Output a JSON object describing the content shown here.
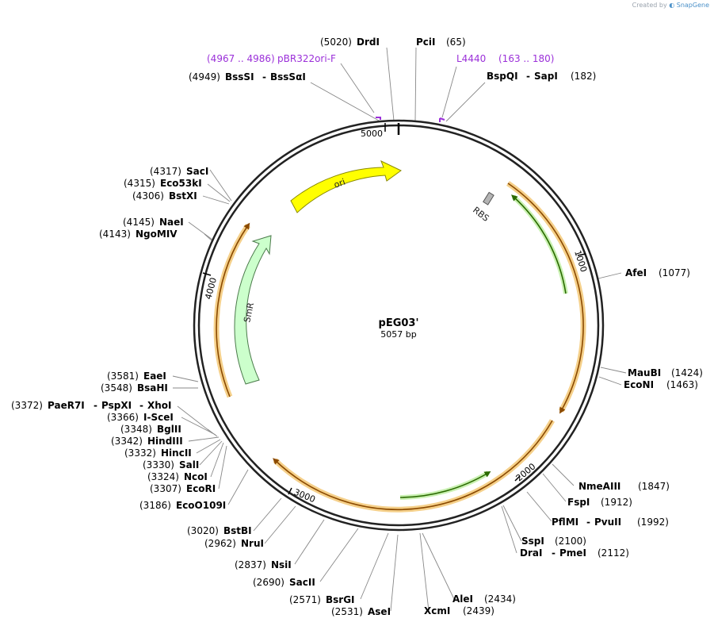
{
  "watermark": {
    "prefix": "Created by",
    "product": "SnapGene"
  },
  "plasmid": {
    "name": "pEG03'",
    "length_label": "5057 bp",
    "length": 5057
  },
  "ticks": [
    "1000",
    "2000",
    "3000",
    "4000",
    "5000"
  ],
  "features": [
    {
      "name": "ori",
      "color": "#ffff00",
      "stroke": "#8a8a00"
    },
    {
      "name": "SmR",
      "color": "#ccffcc",
      "stroke": "#4a7a4a"
    },
    {
      "name": "RBS",
      "color": "#b4b4b4",
      "stroke": "#555555"
    }
  ],
  "labels": {
    "DrdI": {
      "pos": "(5020)",
      "name": "DrdI"
    },
    "PciI": {
      "name": "PciI",
      "pos": "(65)"
    },
    "pBR322": {
      "pos": "(4967 .. 4986)",
      "name": "pBR322ori-F"
    },
    "L4440": {
      "name": "L4440",
      "pos": "(163 .. 180)"
    },
    "BssSI": {
      "pos": "(4949)",
      "name": "BssSI",
      "name2": "BssSαI"
    },
    "BspQI": {
      "name": "BspQI",
      "name2": "SapI",
      "pos": "(182)"
    },
    "SacI": {
      "pos": "(4317)",
      "name": "SacI"
    },
    "Eco53kI": {
      "pos": "(4315)",
      "name": "Eco53kI"
    },
    "BstXI": {
      "pos": "(4306)",
      "name": "BstXI"
    },
    "NaeI": {
      "pos": "(4145)",
      "name": "NaeI"
    },
    "NgoMIV": {
      "pos": "(4143)",
      "name": "NgoMIV"
    },
    "AfeI": {
      "name": "AfeI",
      "pos": "(1077)"
    },
    "EaeI": {
      "pos": "(3581)",
      "name": "EaeI"
    },
    "BsaHI": {
      "pos": "(3548)",
      "name": "BsaHI"
    },
    "MauBI": {
      "name": "MauBI",
      "pos": "(1424)"
    },
    "EcoNI": {
      "name": "EcoNI",
      "pos": "(1463)"
    },
    "PaeR7I": {
      "pos": "(3372)",
      "name": "PaeR7I",
      "name2": "PspXI",
      "name3": "XhoI"
    },
    "ISceI": {
      "pos": "(3366)",
      "name": "I-SceI"
    },
    "BglII": {
      "pos": "(3348)",
      "name": "BglII"
    },
    "HindIII": {
      "pos": "(3342)",
      "name": "HindIII"
    },
    "HincII": {
      "pos": "(3332)",
      "name": "HincII"
    },
    "SalI": {
      "pos": "(3330)",
      "name": "SalI"
    },
    "NcoI": {
      "pos": "(3324)",
      "name": "NcoI"
    },
    "EcoRI": {
      "pos": "(3307)",
      "name": "EcoRI"
    },
    "EcoO109I": {
      "pos": "(3186)",
      "name": "EcoO109I"
    },
    "NmeAIII": {
      "name": "NmeAIII",
      "pos": "(1847)"
    },
    "FspI": {
      "name": "FspI",
      "pos": "(1912)"
    },
    "PflMI": {
      "name": "PflMI",
      "name2": "PvuII",
      "pos": "(1992)"
    },
    "SspI": {
      "name": "SspI",
      "pos": "(2100)"
    },
    "DraI": {
      "name": "DraI",
      "name2": "PmeI",
      "pos": "(2112)"
    },
    "BstBI": {
      "pos": "(3020)",
      "name": "BstBI"
    },
    "NruI": {
      "pos": "(2962)",
      "name": "NruI"
    },
    "NsiI": {
      "pos": "(2837)",
      "name": "NsiI"
    },
    "SacII": {
      "pos": "(2690)",
      "name": "SacII"
    },
    "BsrGI": {
      "pos": "(2571)",
      "name": "BsrGI"
    },
    "AseI": {
      "pos": "(2531)",
      "name": "AseI"
    },
    "AleI": {
      "name": "AleI",
      "pos": "(2434)"
    },
    "XcmI": {
      "name": "XcmI",
      "pos": "(2439)"
    }
  }
}
